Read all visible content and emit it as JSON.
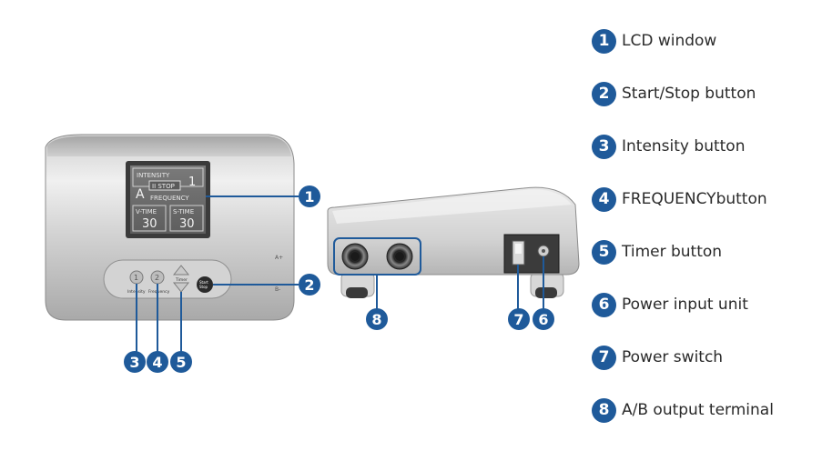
{
  "legend": [
    {
      "num": "1",
      "label": "LCD window"
    },
    {
      "num": "2",
      "label": "Start/Stop button"
    },
    {
      "num": "3",
      "label": "Intensity button"
    },
    {
      "num": "4",
      "label": "FREQUENCYbutton"
    },
    {
      "num": "5",
      "label": "Timer button"
    },
    {
      "num": "6",
      "label": "Power input unit"
    },
    {
      "num": "7",
      "label": "Power switch"
    },
    {
      "num": "8",
      "label": "A/B output terminal"
    }
  ],
  "lcd": {
    "intensity_label": "INTENSITY",
    "intensity_value": "1",
    "channel": "A",
    "status": "II STOP",
    "frequency_label": "FREQUENCY",
    "vtime_label": "V-TIME",
    "vtime_value": "30",
    "stime_label": "S-TIME",
    "stime_value": "30"
  },
  "panel": {
    "btn1": "1",
    "btn2": "2",
    "intensity_text": "Intensity",
    "frequency_text": "Frequency",
    "timer_text": "Timer",
    "start_text_1": "Start",
    "start_text_2": "Stop",
    "a_plus": "A+",
    "b_minus": "B-"
  },
  "callouts": {
    "c1": "1",
    "c2": "2",
    "c3": "3",
    "c4": "4",
    "c5": "5",
    "c6": "6",
    "c7": "7",
    "c8": "8"
  },
  "colors": {
    "badge": "#1f5a9a",
    "lcd_bg": "#6e6e6e",
    "device_light": "#e6e6e6",
    "device_dark": "#9a9a9a"
  }
}
